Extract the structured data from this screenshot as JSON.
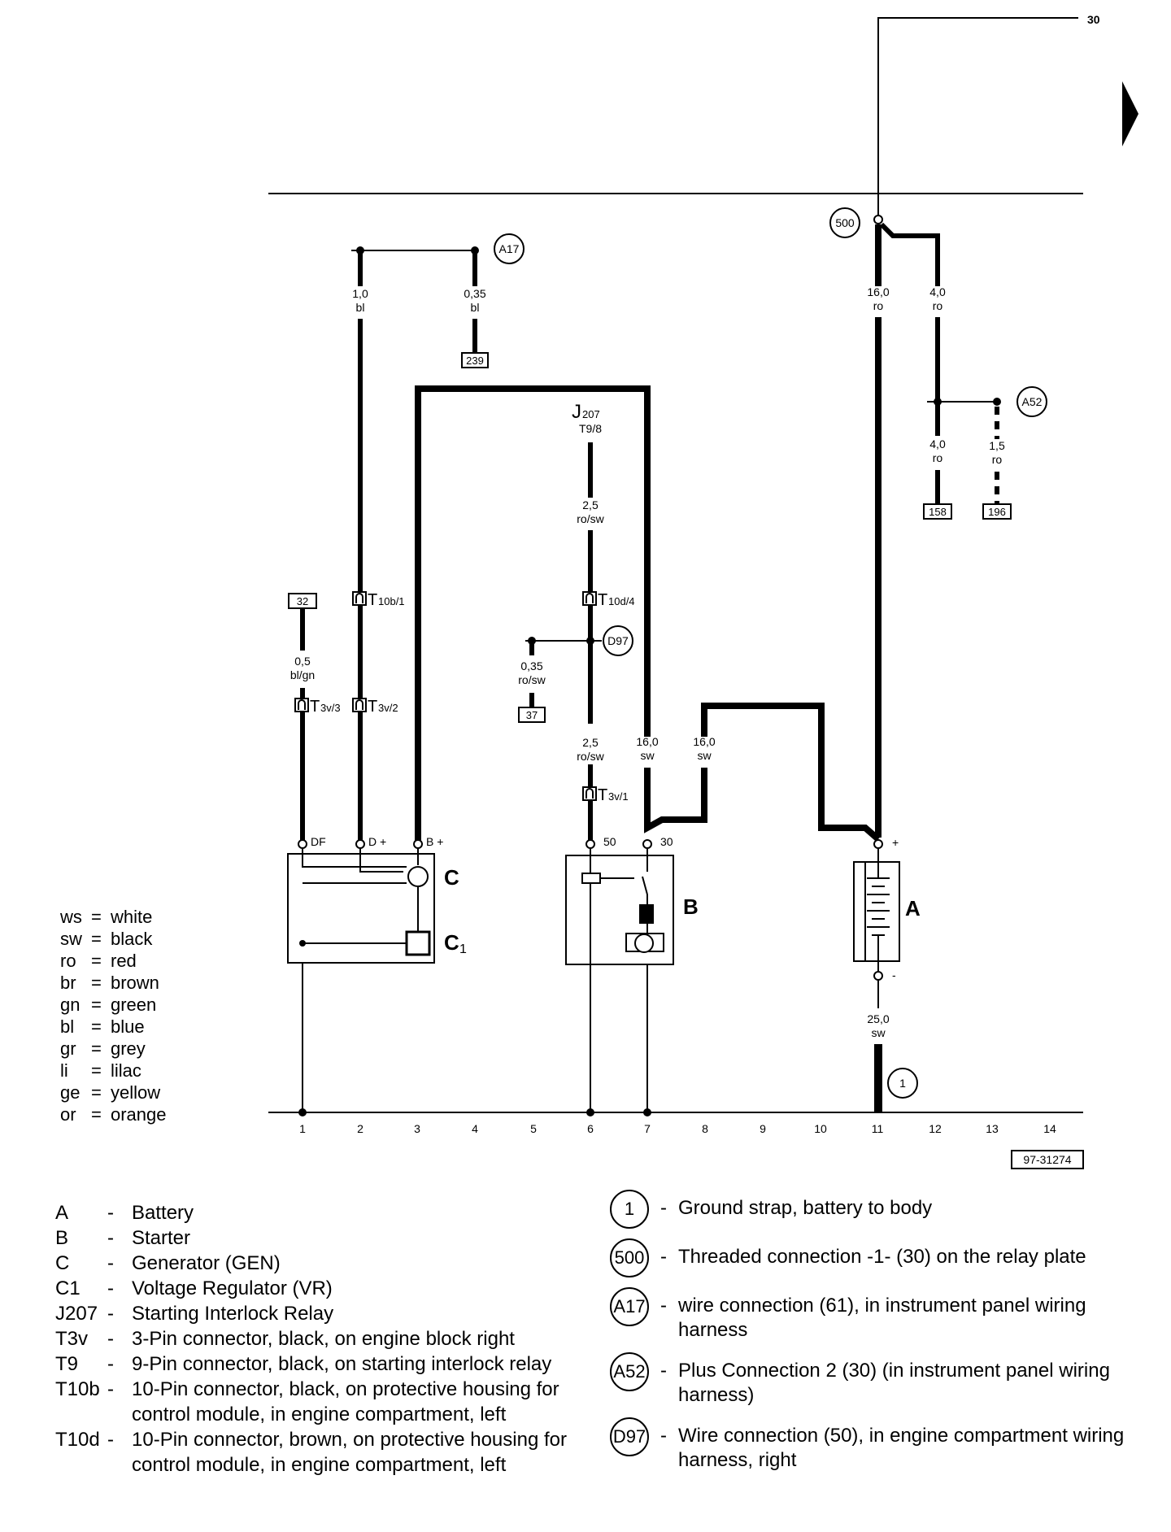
{
  "diagram": {
    "figure_id": "97-31274",
    "top_terminal": "30",
    "ground_columns": [
      "1",
      "2",
      "3",
      "4",
      "5",
      "6",
      "7",
      "8",
      "9",
      "10",
      "11",
      "12",
      "13",
      "14"
    ],
    "components": {
      "battery": "A",
      "starter": "B",
      "generator": "C",
      "regulator": "C",
      "regulator_sub": "1"
    },
    "pins": {
      "df": "DF",
      "d_plus": "D +",
      "b_plus": "B +",
      "starter_50": "50",
      "starter_30": "30",
      "batt_plus": "+",
      "batt_minus": "-"
    },
    "connectors": {
      "t10b1": {
        "main": "T",
        "sub": "10b/1"
      },
      "t10d4": {
        "main": "T",
        "sub": "10d/4"
      },
      "t3v3": {
        "main": "T",
        "sub": "3v/3"
      },
      "t3v2": {
        "main": "T",
        "sub": "3v/2"
      },
      "t3v1": {
        "main": "T",
        "sub": "3v/1"
      },
      "j207": {
        "main": "J",
        "sub": "207",
        "pin": "T9/8"
      }
    },
    "connection_points": {
      "c500": "500",
      "a17": "A17",
      "a52": "A52",
      "d97": "D97",
      "g1": "1"
    },
    "reference_boxes": {
      "r239": "239",
      "r158": "158",
      "r196": "196",
      "r32": "32",
      "r37": "37"
    },
    "wires": {
      "w_bl_10": {
        "size": "1,0",
        "color": "bl"
      },
      "w_bl_035": {
        "size": "0,35",
        "color": "bl"
      },
      "w_ro_16": {
        "size": "16,0",
        "color": "ro"
      },
      "w_ro_4a": {
        "size": "4,0",
        "color": "ro"
      },
      "w_ro_4b": {
        "size": "4,0",
        "color": "ro"
      },
      "w_ro_15": {
        "size": "1,5",
        "color": "ro"
      },
      "w_rosw_25a": {
        "size": "2,5",
        "color": "ro/sw"
      },
      "w_blgn_05": {
        "size": "0,5",
        "color": "bl/gn"
      },
      "w_rosw_035": {
        "size": "0,35",
        "color": "ro/sw"
      },
      "w_rosw_25b": {
        "size": "2,5",
        "color": "ro/sw"
      },
      "w_sw_16a": {
        "size": "16,0",
        "color": "sw"
      },
      "w_sw_16b": {
        "size": "16,0",
        "color": "sw"
      },
      "w_sw_25": {
        "size": "25,0",
        "color": "sw"
      }
    }
  },
  "color_legend": [
    {
      "abbr": "ws",
      "name": "white"
    },
    {
      "abbr": "sw",
      "name": "black"
    },
    {
      "abbr": "ro",
      "name": "red"
    },
    {
      "abbr": "br",
      "name": "brown"
    },
    {
      "abbr": "gn",
      "name": "green"
    },
    {
      "abbr": "bl",
      "name": "blue"
    },
    {
      "abbr": "gr",
      "name": "grey"
    },
    {
      "abbr": "li",
      "name": "lilac"
    },
    {
      "abbr": "ge",
      "name": "yellow"
    },
    {
      "abbr": "or",
      "name": "orange"
    }
  ],
  "component_legend": [
    {
      "code": "A",
      "desc": "Battery"
    },
    {
      "code": "B",
      "desc": "Starter"
    },
    {
      "code": "C",
      "desc": "Generator (GEN)"
    },
    {
      "code": "C1",
      "desc": "Voltage Regulator (VR)"
    },
    {
      "code": "J207",
      "desc": "Starting Interlock Relay"
    },
    {
      "code": "T3v",
      "desc": "3-Pin connector, black, on engine block right"
    },
    {
      "code": "T9",
      "desc": "9-Pin connector, black, on starting interlock relay"
    },
    {
      "code": "T10b",
      "desc": "10-Pin connector, black, on protective housing for control module, in engine compartment, left"
    },
    {
      "code": "T10d",
      "desc": "10-Pin connector, brown, on protective housing for control module, in engine compartment, left"
    }
  ],
  "connection_legend": [
    {
      "symbol": "1",
      "desc": "Ground strap, battery to body"
    },
    {
      "symbol": "500",
      "desc": "Threaded connection -1- (30) on the relay plate"
    },
    {
      "symbol": "A17",
      "desc": "wire connection (61), in instrument panel wiring harness"
    },
    {
      "symbol": "A52",
      "desc": "Plus Connection 2 (30) (in instrument panel wiring harness)"
    },
    {
      "symbol": "D97",
      "desc": "Wire connection (50), in engine compartment wiring harness, right"
    }
  ]
}
